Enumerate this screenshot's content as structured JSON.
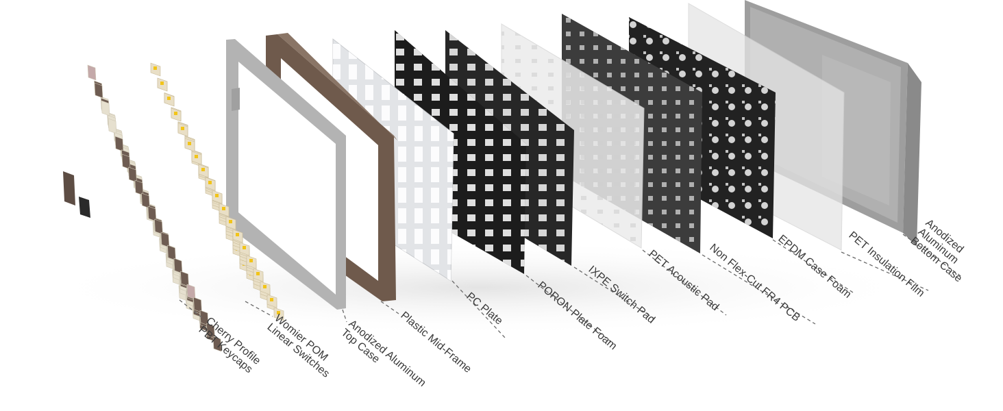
{
  "diagram": {
    "layers": [
      {
        "id": "keycaps",
        "lines": [
          "Cherry Profile",
          "PBT Keycaps"
        ]
      },
      {
        "id": "switches",
        "lines": [
          "Womier POM",
          "Linear Switches"
        ]
      },
      {
        "id": "top-case",
        "lines": [
          "Anodized Aluminum",
          "Top Case"
        ]
      },
      {
        "id": "mid-frame",
        "lines": [
          "Plastic Mid-Frame"
        ]
      },
      {
        "id": "pc-plate",
        "lines": [
          "PC Plate"
        ]
      },
      {
        "id": "poron-foam",
        "lines": [
          "PORON Plate Foam"
        ]
      },
      {
        "id": "ixpe-pad",
        "lines": [
          "IXPE Switch Pad"
        ]
      },
      {
        "id": "pet-acoustic",
        "lines": [
          "PET Acoustic Pad"
        ]
      },
      {
        "id": "pcb",
        "lines": [
          "Non Flex-Cut FR4 PCB"
        ]
      },
      {
        "id": "epdm-foam",
        "lines": [
          "EPDM Case Foam"
        ]
      },
      {
        "id": "pet-film",
        "lines": [
          "PET Insulation Film"
        ]
      },
      {
        "id": "bottom-case",
        "lines": [
          "Anodized",
          "Aluminum",
          "Bottom Case"
        ]
      }
    ]
  },
  "colors": {
    "keycap_cream": "#e6e0cf",
    "keycap_brown": "#6e5c52",
    "keycap_pink": "#c4a9a9",
    "switch_cream": "#e9dfc6",
    "switch_stem": "#f2c419",
    "top_case_gray": "#b5b5b5",
    "mid_frame_brown": "#6f5a4c",
    "mid_frame_white": "#e4e6e9",
    "plate_black": "#1e1e1e",
    "ixpe_white": "#eeeeee",
    "pet_gray": "#555555",
    "pcb_black": "#262626",
    "film_translucent": "#e9e9e9",
    "bottom_case_gray": "#a9a9a9",
    "label_text": "#3a3a3a",
    "leader_line": "#6a6a6a"
  }
}
